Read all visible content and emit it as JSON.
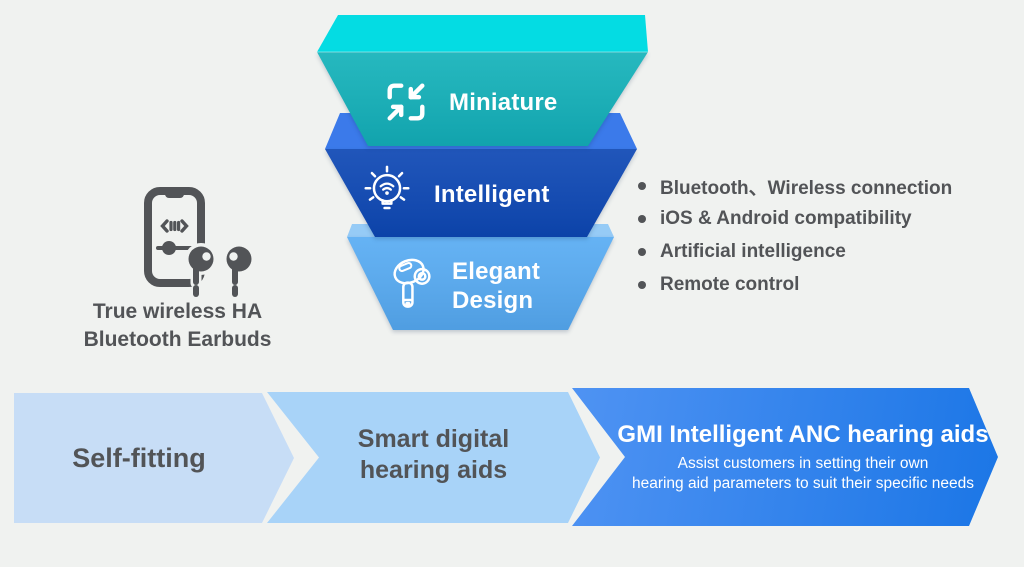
{
  "palette": {
    "bg": "#f0f2f0",
    "ink": "#525457",
    "white": "#ffffff",
    "funnel1-top": "#04dce3",
    "funnel1-front": "#13b2b9",
    "funnel2-top": "#3b7aea",
    "funnel2-front": "#0d47b4",
    "funnel3-top": "#96cbf6",
    "funnel3-front": "#58acf3",
    "step1-bg": "#c7ddf6",
    "step2-bg": "#a8d3f8",
    "step3-a": "#4f93f3",
    "step3-b": "#1b76e6"
  },
  "funnel": {
    "levels": [
      {
        "label": "Miniature",
        "icon": "shrink-arrows-icon"
      },
      {
        "label": "Intelligent",
        "icon": "smart-lightbulb-icon"
      },
      {
        "label": "Elegant\nDesign",
        "icon": "earbud-icon"
      }
    ]
  },
  "product": {
    "icon": "phone-with-earbuds-icon",
    "name": "True wireless HA\nBluetooth Earbuds"
  },
  "features": [
    "Bluetooth、Wireless connection",
    "iOS & Android compatibility",
    "Artificial intelligence",
    "Remote control"
  ],
  "process": [
    {
      "label": "Self-fitting"
    },
    {
      "label": "Smart digital\nhearing aids"
    },
    {
      "title": "GMI Intelligent ANC hearing aids",
      "description": "Assist customers in setting their own\nhearing aid parameters to suit their specific needs"
    }
  ]
}
